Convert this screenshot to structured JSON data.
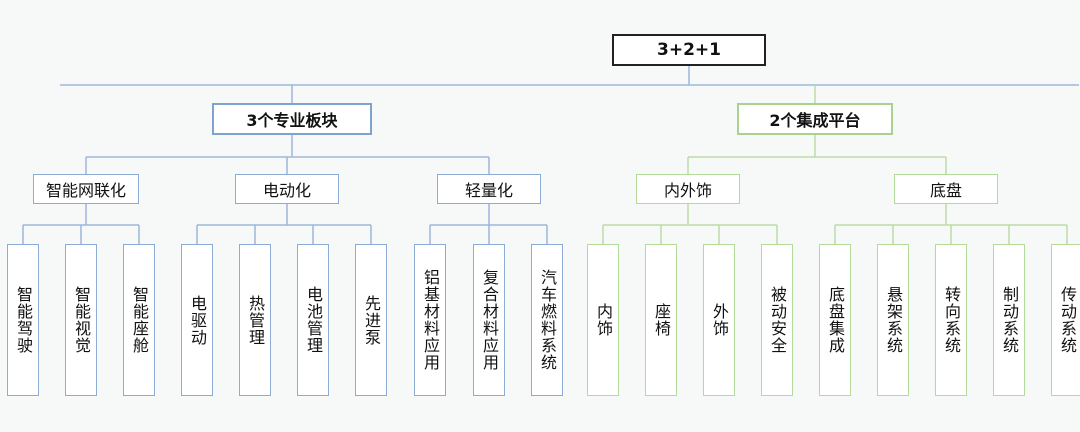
{
  "root": "3+2+1",
  "branches": [
    {
      "label": "3个专业板块",
      "color": "#7fa3cf",
      "groups": [
        {
          "label": "智能网联化",
          "items": [
            "智能驾驶",
            "智能视觉",
            "智能座舱"
          ]
        },
        {
          "label": "电动化",
          "items": [
            "电驱动",
            "热管理",
            "电池管理",
            "先进泵"
          ]
        },
        {
          "label": "轻量化",
          "items": [
            "铝基材料应用",
            "复合材料应用",
            "汽车燃料系统"
          ]
        }
      ]
    },
    {
      "label": "2个集成平台",
      "color": "#a9d38d",
      "groups": [
        {
          "label": "内外饰",
          "items": [
            "内饰",
            "座椅",
            "外饰",
            "被动安全"
          ]
        },
        {
          "label": "底盘",
          "items": [
            "底盘集成",
            "悬架系统",
            "转向系统",
            "制动系统",
            "传动系统"
          ]
        }
      ]
    }
  ]
}
